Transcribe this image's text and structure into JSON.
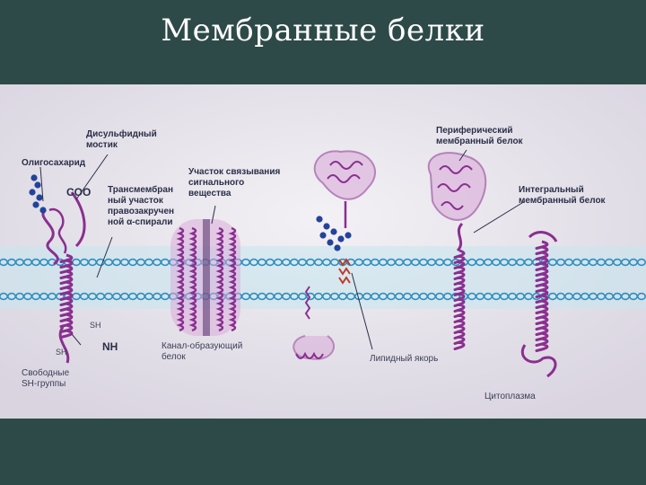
{
  "slide": {
    "title": "Мембранные белки"
  },
  "figure": {
    "labels": {
      "oligosaccharide": "Олигосахарид",
      "disulfide": "Дисульфидный\nмостик",
      "coo": "COO",
      "transmembrane": "Трансмембран\nный участок\nправозакручен\nной α-спирали",
      "binding_site": "Участок связывания\nсигнального\nвещества",
      "peripheral": "Периферический\nмембранный белок",
      "integral": "Интегральный\nмембранный белок",
      "sh_top": "SH",
      "sh_bottom": "SH",
      "nh3": "NH",
      "free_sh": "Свободные\nSH-группы",
      "channel": "Канал-образующий\nбелок",
      "lipid_anchor": "Липидный якорь",
      "cytoplasm": "Цитоплазма"
    },
    "colors": {
      "protein": "#8a2f8f",
      "protein_fill": "#d9a7d9",
      "lipid_head": "#2f8fbf",
      "sugar": "#23439a",
      "anchor": "#c0392b",
      "label": "#2a2f48"
    }
  }
}
